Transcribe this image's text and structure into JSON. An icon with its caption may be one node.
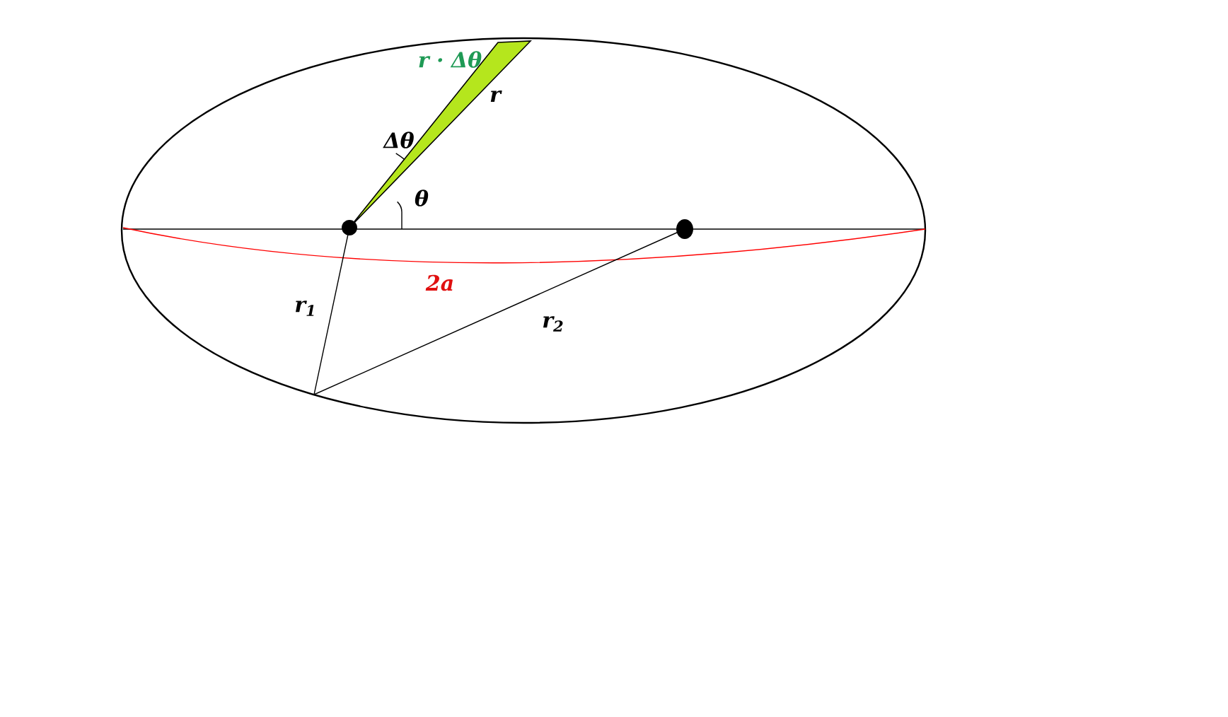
{
  "diagram": {
    "labels": [
      "r · Δθ",
      "r",
      "Δθ",
      "θ",
      "2a",
      "r$_{1}$",
      "r$_{2}$"
    ]
  }
}
